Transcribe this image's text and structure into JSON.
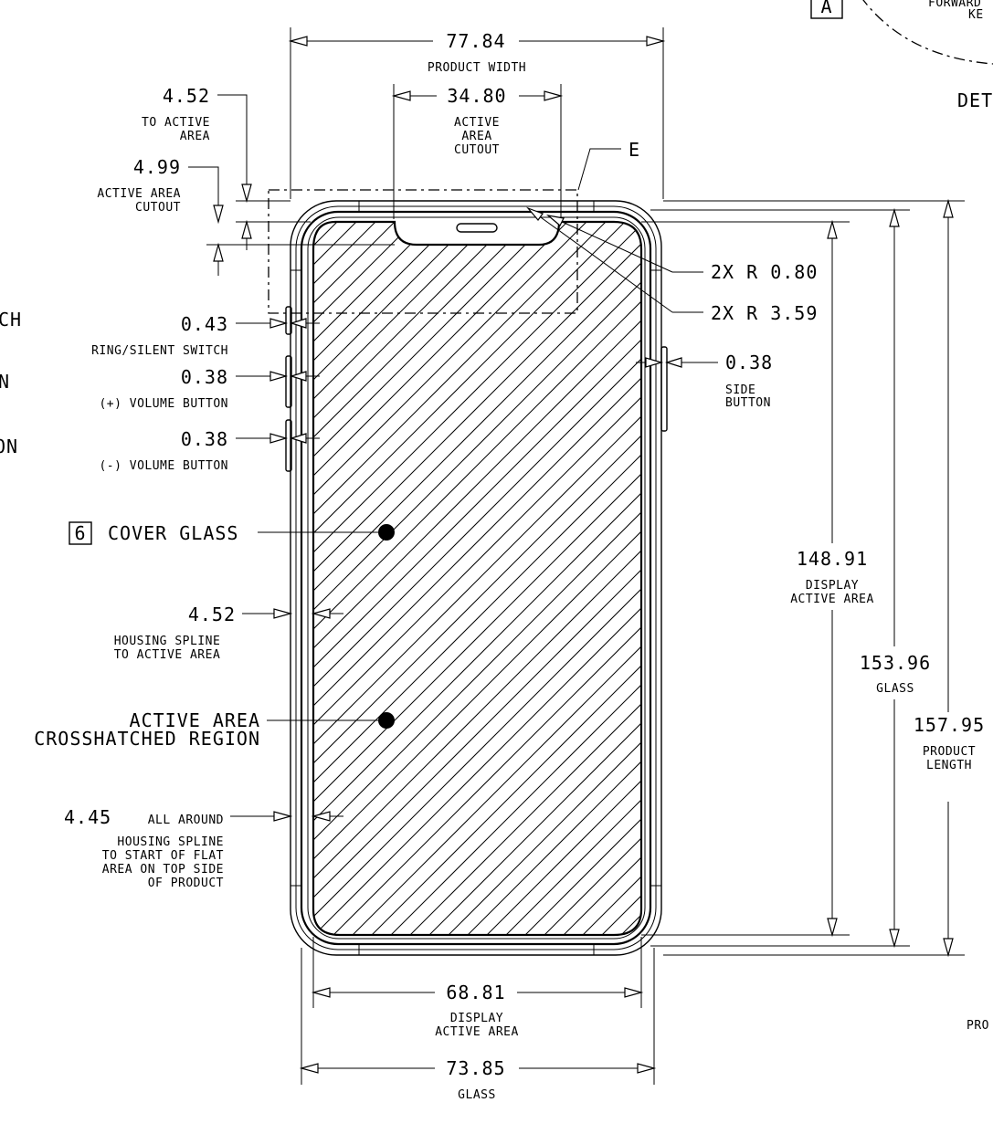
{
  "dimensions": {
    "product_width": {
      "value": "77.84",
      "label": "PRODUCT WIDTH"
    },
    "active_area_cutout_width": {
      "value": "34.80",
      "label1": "ACTIVE",
      "label2": "AREA",
      "label3": "CUTOUT"
    },
    "detail_marker": "E",
    "to_active_area": {
      "value": "4.52",
      "label1": "TO ACTIVE",
      "label2": "AREA"
    },
    "active_area_cutout_depth": {
      "value": "4.99",
      "label1": "ACTIVE AREA",
      "label2": "CUTOUT"
    },
    "radius_small": "2X R 0.80",
    "radius_large": "2X R 3.59",
    "ring_silent_switch": {
      "value": "0.43",
      "label": "RING/SILENT SWITCH"
    },
    "volume_up": {
      "value": "0.38",
      "label": "(+) VOLUME BUTTON"
    },
    "volume_down": {
      "value": "0.38",
      "label": "(-) VOLUME BUTTON"
    },
    "side_button": {
      "value": "0.38",
      "label1": "SIDE",
      "label2": "BUTTON"
    },
    "cover_glass": {
      "callout": "6",
      "label": "COVER GLASS"
    },
    "housing_spline_active": {
      "value": "4.52",
      "label1": "HOUSING SPLINE",
      "label2": "TO ACTIVE AREA"
    },
    "active_area_region": {
      "label1": "ACTIVE AREA",
      "label2": "CROSSHATCHED REGION"
    },
    "housing_spline_flat": {
      "value": "4.45",
      "suffix": "ALL AROUND",
      "label1": "HOUSING SPLINE",
      "label2": "TO START OF FLAT",
      "label3": "AREA ON TOP SIDE",
      "label4": "OF PRODUCT"
    },
    "display_active_length": {
      "value": "148.91",
      "label1": "DISPLAY",
      "label2": "ACTIVE AREA"
    },
    "glass_length": {
      "value": "153.96",
      "label": "GLASS"
    },
    "product_length": {
      "value": "157.95",
      "label1": "PRODUCT",
      "label2": "LENGTH"
    },
    "display_active_width": {
      "value": "68.81",
      "label1": "DISPLAY",
      "label2": "ACTIVE AREA"
    },
    "glass_width": {
      "value": "73.85",
      "label": "GLASS"
    }
  },
  "cropped_fragments": {
    "left_1": "CH",
    "left_2": "N",
    "left_3": "ON",
    "top_box": "A",
    "top_right_1": "FORWARD",
    "top_right_2": "KE",
    "det": "DET",
    "pro": "PRO"
  }
}
